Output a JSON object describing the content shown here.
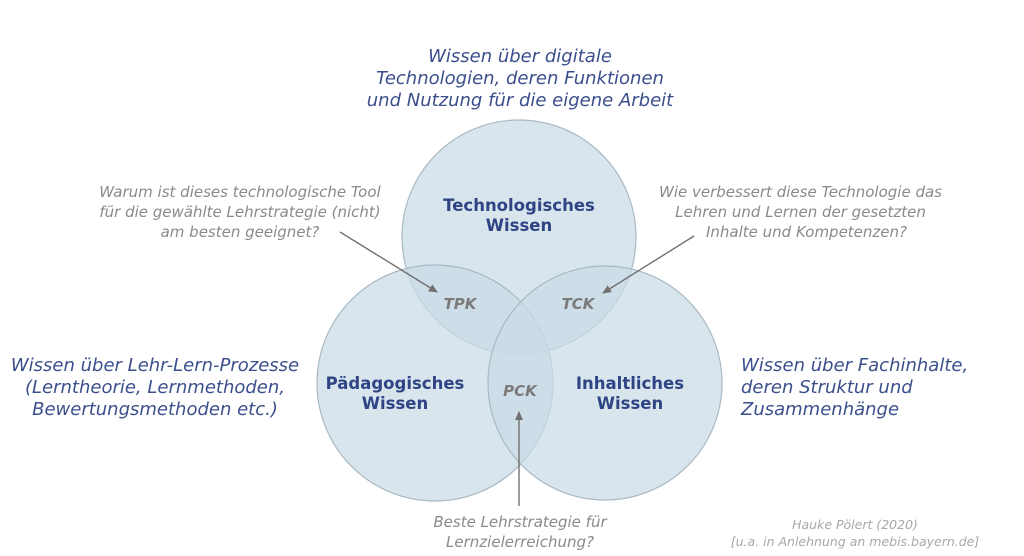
{
  "colors": {
    "circle_fill": "#c9dbe6",
    "circle_stroke": "#a9b9c4",
    "heading_blue": "#2f4484",
    "description_blue": "#3b4f8c",
    "question_grey": "#8a8a8a",
    "arrow_grey": "#707070"
  },
  "descriptions": {
    "technology": [
      "Wissen über digitale",
      "Technologien, deren Funktionen",
      "und Nutzung für die eigene Arbeit"
    ],
    "pedagogy": [
      "Wissen über Lehr-Lern-Prozesse",
      "(Lerntheorie, Lernmethoden,",
      "Bewertungsmethoden etc.)"
    ],
    "content": [
      "Wissen über Fachinhalte,",
      "deren Struktur und",
      "Zusammenhänge"
    ]
  },
  "circles": {
    "technology": [
      "Technologisches",
      "Wissen"
    ],
    "pedagogy": [
      "Pädagogisches",
      "Wissen"
    ],
    "content": [
      "Inhaltliches",
      "Wissen"
    ]
  },
  "intersections": {
    "tpk": "TPK",
    "tck": "TCK",
    "pck": "PCK"
  },
  "questions": {
    "tpk": [
      "Warum ist dieses technologische Tool",
      "für die gewählte Lehrstrategie (nicht)",
      "am besten geeignet?"
    ],
    "tck": [
      "Wie verbessert diese Technologie das",
      "Lehren und Lernen der gesetzten",
      "Inhalte und Kompetenzen?"
    ],
    "pck": [
      "Beste Lehrstrategie für",
      "Lernzielerreichung?"
    ]
  },
  "credit": [
    "Hauke Pölert (2020)",
    "[u.a. in Anlehnung an mebis.bayern.de]"
  ]
}
